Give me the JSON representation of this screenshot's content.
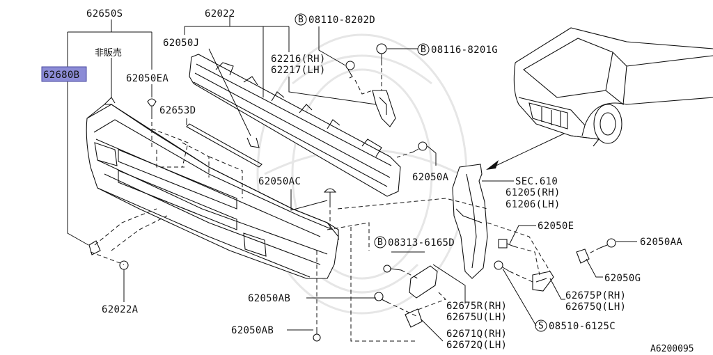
{
  "diagram": {
    "code": "A6200095",
    "labels": {
      "l62650S": "62650S",
      "l62022": "62022",
      "lB08110": "08110-8202D",
      "l62050J": "62050J",
      "l62216": "62216(RH)",
      "l62217": "62217(LH)",
      "lB08116": "08116-8201G",
      "lNotSold": "非販売",
      "l62680B": "62680B",
      "l62050EA": "62050EA",
      "l62653D": "62653D",
      "l62050A": "62050A",
      "lSec": "SEC.610",
      "l61205": "61205(RH)",
      "l61206": "61206(LH)",
      "l62050AC": "62050AC",
      "l62050E": "62050E",
      "lB08313": "08313-6165D",
      "l62050AA": "62050AA",
      "l62050G": "62050G",
      "l62022A": "62022A",
      "l62675P": "62675P(RH)",
      "l62675Q": "62675Q(LH)",
      "l62050AB1": "62050AB",
      "l62675R": "62675R(RH)",
      "l62675U": "62675U(LH)",
      "l08510": "08510-6125C",
      "l62050AB2": "62050AB",
      "l62671Q": "62671Q(RH)",
      "l62672Q": "62672Q(LH)"
    },
    "prefix_B": "B",
    "prefix_S": "S",
    "highlight_color": "#8c8cd6"
  }
}
